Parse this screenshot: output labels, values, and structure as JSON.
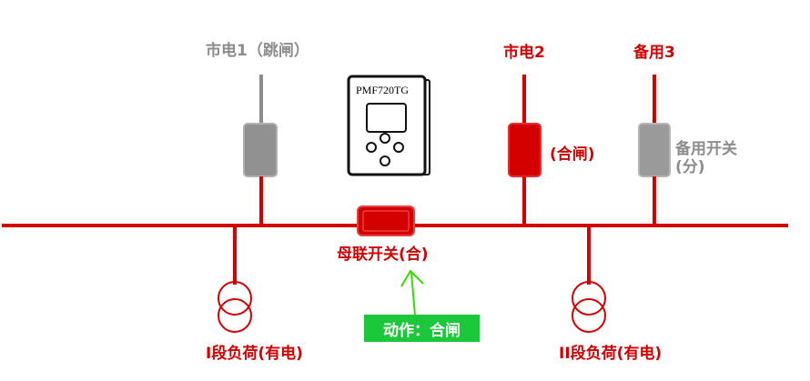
{
  "title": "备自投母联开关合闸示意图",
  "colors": {
    "energized": "#d40000",
    "deenergized": "#8c8c8c",
    "action_badge_bg": "#1bc83a",
    "action_badge_text": "#ffffff",
    "arrow": "#33dd00"
  },
  "sources": [
    {
      "name": "市电1（跳闸）",
      "state": "open",
      "energized": false
    },
    {
      "name": "市电2",
      "breaker_label": "(合闸)",
      "state": "closed",
      "energized": true
    },
    {
      "name": "备用3",
      "breaker_label_line1": "备用开关",
      "breaker_label_line2": "(分)",
      "state": "open",
      "energized": true
    }
  ],
  "device": {
    "model": "PMF720TG"
  },
  "bus_tie": {
    "label": "母联开关(合)",
    "state": "closed"
  },
  "action": {
    "label": "动作：合闸"
  },
  "loads": [
    {
      "label": "I段负荷(有电)",
      "energized": true
    },
    {
      "label": "II段负荷(有电)",
      "energized": true
    }
  ]
}
